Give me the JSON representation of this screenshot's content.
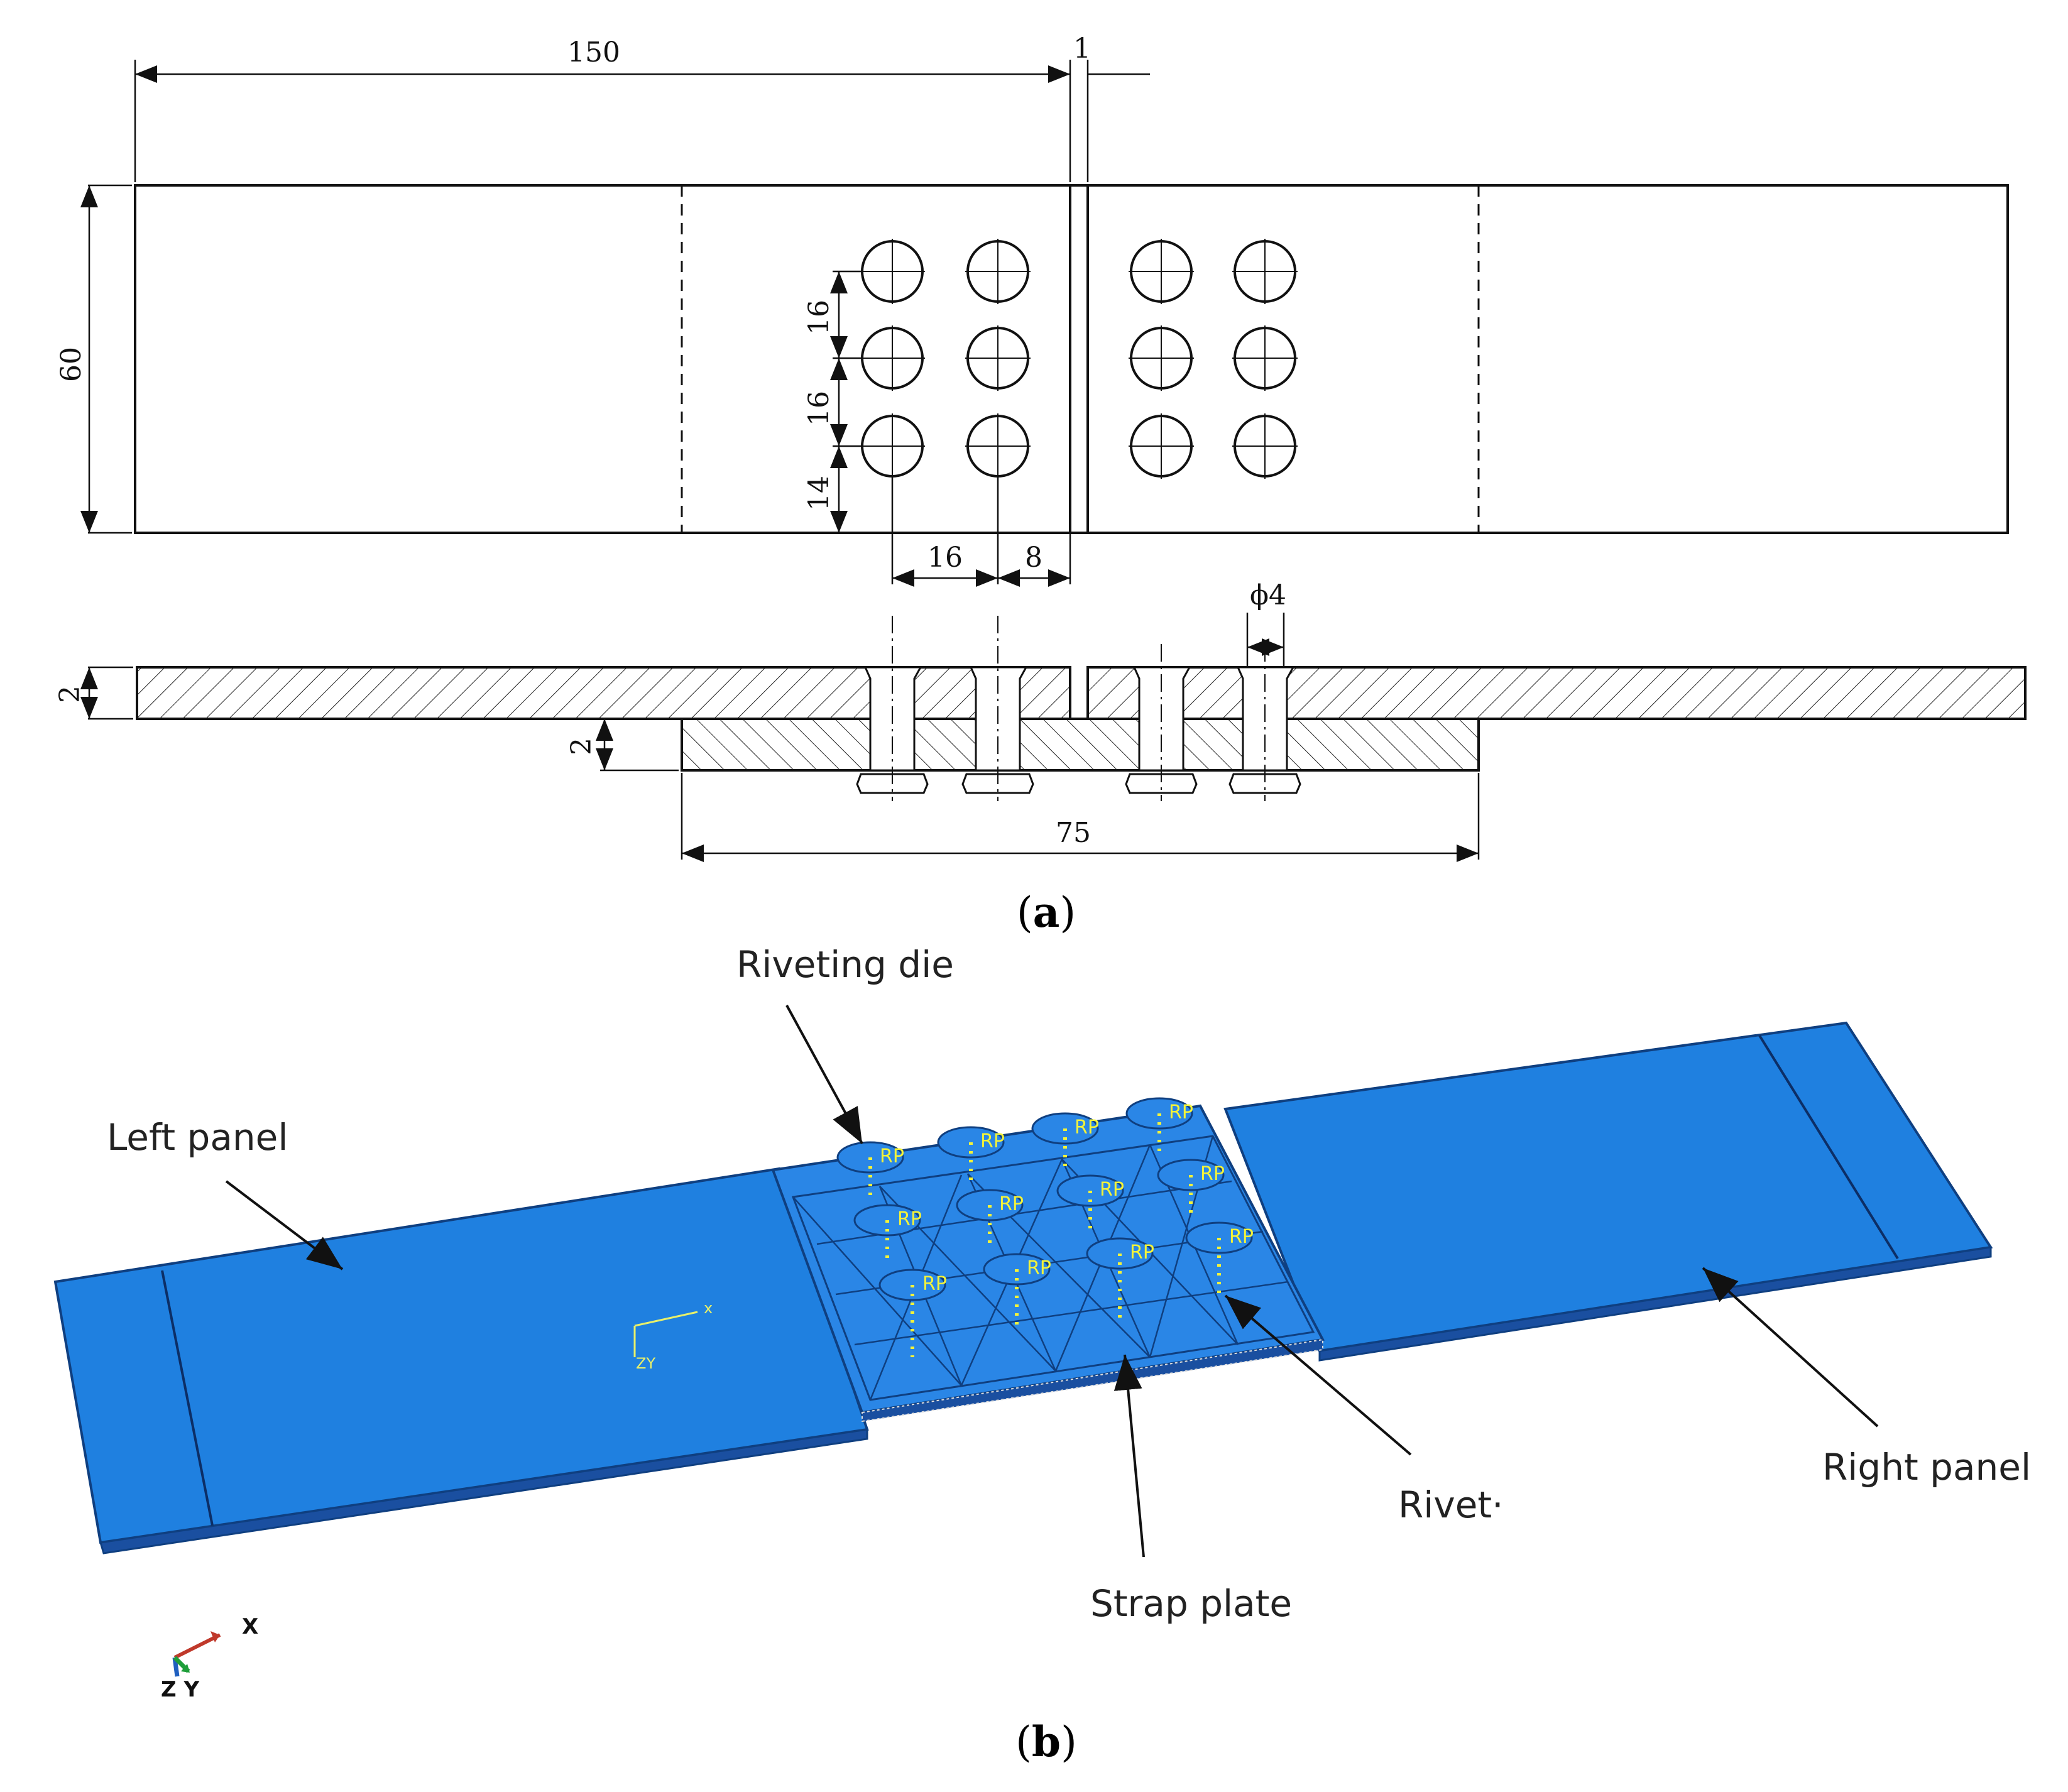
{
  "drawing": {
    "dims": {
      "length": "150",
      "gap": "1",
      "width": "60",
      "pitch_y1": "16",
      "pitch_y2": "16",
      "edge_y": "14",
      "pitch_x": "16",
      "edge_x": "8",
      "diameter": "ϕ4",
      "panel_thickness": "2",
      "strap_thickness": "2",
      "strap_length": "75"
    },
    "caption_a_letter": "a"
  },
  "model": {
    "labels": {
      "riveting_die": "Riveting die",
      "left_panel": "Left panel",
      "right_panel": "Right panel",
      "rivet": "Rivet·",
      "strap_plate": "Strap plate"
    },
    "rp_label": "RP",
    "axis": {
      "x": "X",
      "zy": "Z Y",
      "inner_x": "x",
      "inner_zy": "ZY"
    },
    "colors": {
      "panel": "#1f80e0",
      "panel_edge": "#1a4fa0",
      "strap": "#2a86e6",
      "rp": "#f3f33a",
      "axis_x": "#c0392b",
      "axis_y": "#1e9e3a",
      "axis_z": "#1f5fbf"
    },
    "caption_b_letter": "b"
  }
}
